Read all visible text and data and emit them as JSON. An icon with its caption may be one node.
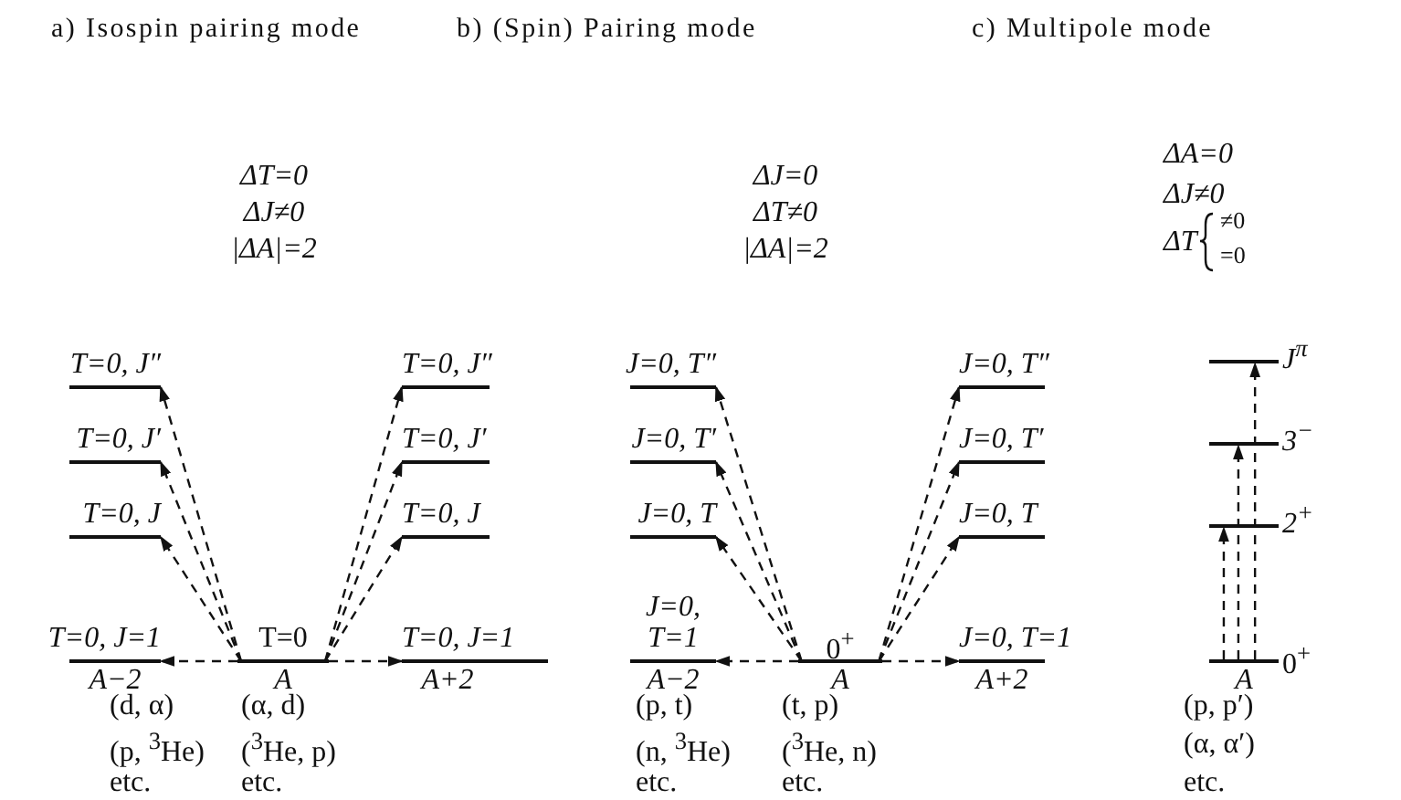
{
  "diagram": {
    "nodes": [
      {
        "text": [
          "T=0, J=1",
          "A−2"
        ]
      },
      {
        "text": [
          "T=0, J"
        ]
      },
      {
        "text": [
          "T=0, J′"
        ]
      },
      {
        "text": [
          "T=0, J″"
        ]
      },
      {
        "text": [
          "T=0",
          "A"
        ]
      },
      {
        "text": [
          "T=0, J=1",
          "A+2"
        ]
      },
      {
        "text": [
          "T=0, J"
        ]
      },
      {
        "text": [
          "T=0, J′"
        ]
      },
      {
        "text": [
          "T=0, J″"
        ]
      },
      {
        "text": [
          "J=0, T=1",
          "A−2"
        ]
      },
      {
        "text": [
          "J=0, T"
        ]
      },
      {
        "text": [
          "J=0, T′"
        ]
      },
      {
        "text": [
          "J=0, T″"
        ]
      },
      {
        "text": [
          "0$^{+}$",
          "A"
        ]
      },
      {
        "text": [
          "J=0, T=1",
          "A+2"
        ]
      },
      {
        "text": [
          "J=0, T"
        ]
      },
      {
        "text": [
          "J=0, T′"
        ]
      },
      {
        "text": [
          "J=0, T″"
        ]
      },
      {
        "text": [
          "J$^{π}$"
        ]
      },
      {
        "text": [
          "3$^{−}$"
        ]
      },
      {
        "text": [
          "2$^{+}$"
        ]
      },
      {
        "text": [
          "0$^{+}$",
          "A"
        ]
      }
    ],
    "edges": [
      {
        "from": 4,
        "to": 0,
        "arrow": "to",
        "style": "dashed"
      },
      {
        "from": 4,
        "to": 1,
        "arrow": "to",
        "style": "dashed"
      },
      {
        "from": 4,
        "to": 2,
        "arrow": "to",
        "style": "dashed"
      },
      {
        "from": 4,
        "to": 3,
        "arrow": "to",
        "style": "dashed"
      },
      {
        "from": 4,
        "to": 5,
        "arrow": "to",
        "style": "dashed"
      },
      {
        "from": 4,
        "to": 6,
        "arrow": "to",
        "style": "dashed"
      },
      {
        "from": 4,
        "to": 7,
        "arrow": "to",
        "style": "dashed"
      },
      {
        "from": 4,
        "to": 8,
        "arrow": "to",
        "style": "dashed"
      },
      {
        "from": 13,
        "to": 9,
        "arrow": "to",
        "style": "dashed"
      },
      {
        "from": 13,
        "to": 10,
        "arrow": "to",
        "style": "dashed"
      },
      {
        "from": 13,
        "to": 11,
        "arrow": "to",
        "style": "dashed"
      },
      {
        "from": 13,
        "to": 12,
        "arrow": "to",
        "style": "dashed"
      },
      {
        "from": 13,
        "to": 14,
        "arrow": "to",
        "style": "dashed"
      },
      {
        "from": 13,
        "to": 15,
        "arrow": "to",
        "style": "dashed"
      },
      {
        "from": 13,
        "to": 16,
        "arrow": "to",
        "style": "dashed"
      },
      {
        "from": 13,
        "to": 17,
        "arrow": "to",
        "style": "dashed"
      },
      {
        "from": 21,
        "to": 20,
        "arrow": "to",
        "style": "dashed"
      },
      {
        "from": 21,
        "to": 19,
        "arrow": "to",
        "style": "dashed"
      },
      {
        "from": 21,
        "to": 18,
        "arrow": "to",
        "style": "dashed"
      }
    ],
    "labels": [
      "a) Isospin pairing mode",
      "b) (Spin) Pairing mode",
      "c) Multipole mode",
      "ΔT=0",
      "ΔJ≠0",
      "|ΔA|=2",
      "ΔJ=0",
      "ΔT≠0",
      "|ΔA|=2",
      "ΔA=0",
      "ΔJ≠0",
      "ΔT",
      "≠0",
      "=0",
      "(d, α)",
      "(α, d)",
      "(p, t)",
      "(t, p)",
      "(p, p′)",
      "(p, $^{3}$He)",
      "($^{3}$He, p)",
      "(n, $^{3}$He)",
      "($^{3}$He, n)",
      "(α, α′)",
      "etc.",
      "etc.",
      "etc.",
      "etc.",
      "etc."
    ]
  }
}
